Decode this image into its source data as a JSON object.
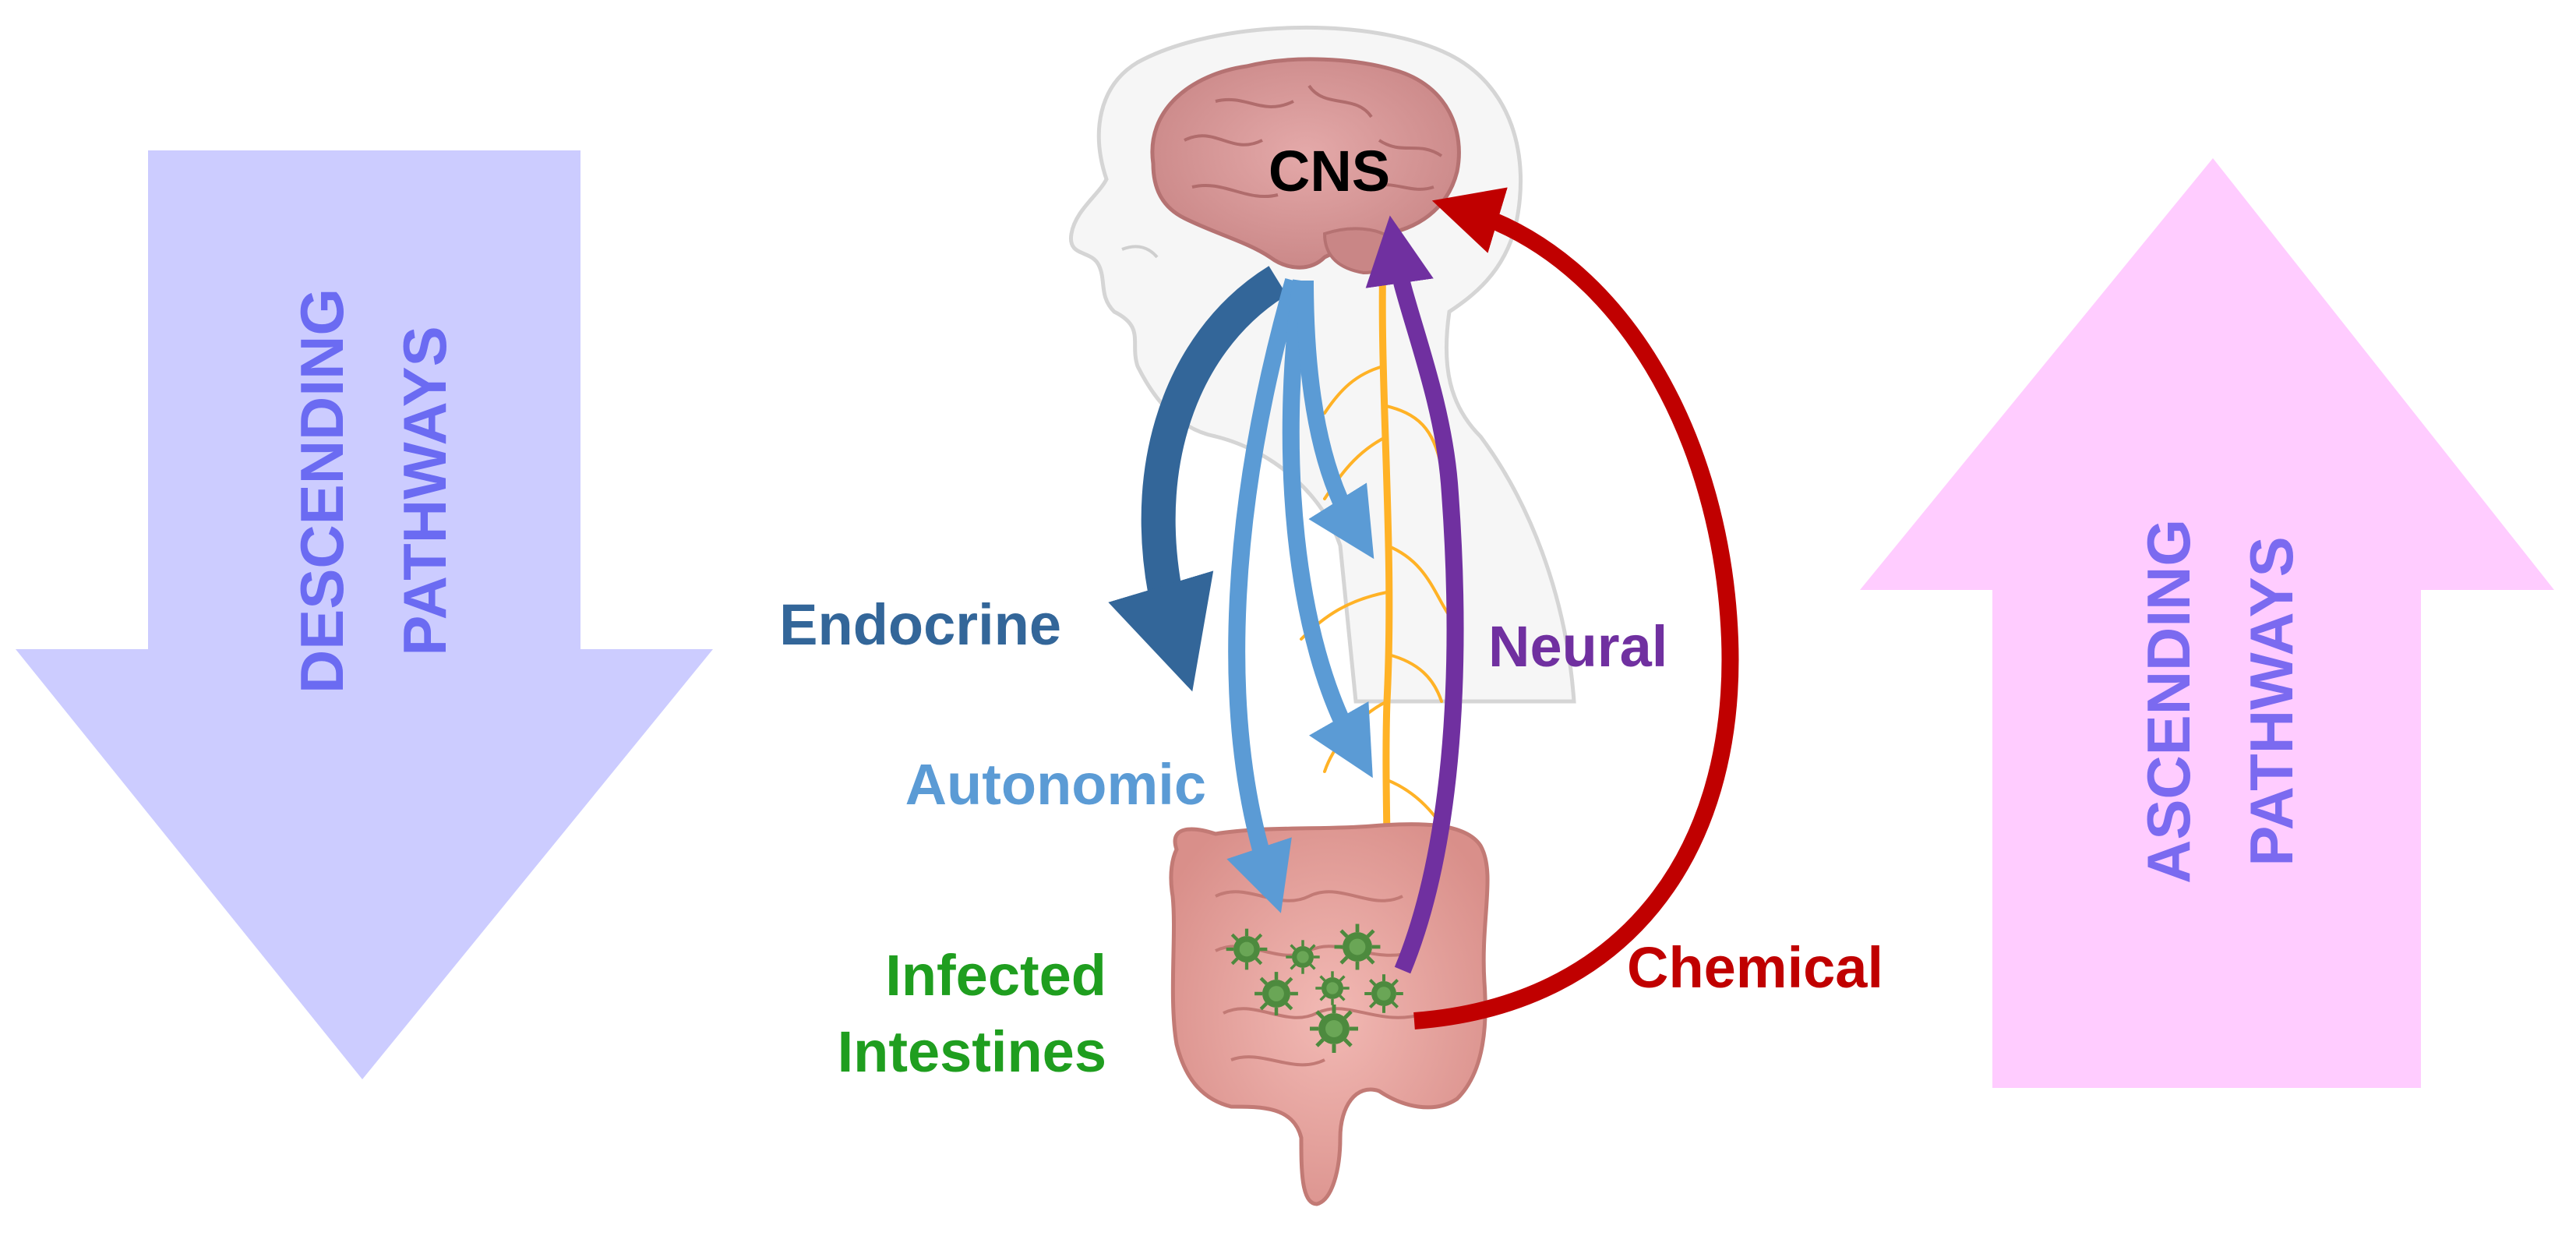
{
  "left_arrow": {
    "line1": "DESCENDING",
    "line2": "PATHWAYS"
  },
  "right_arrow": {
    "line1": "ASCENDING",
    "line2": "PATHWAYS"
  },
  "labels": {
    "cns": "CNS",
    "endocrine": "Endocrine",
    "autonomic": "Autonomic",
    "neural": "Neural",
    "chemical": "Chemical",
    "infected_line1": "Infected",
    "infected_line2": "Intestines"
  },
  "colors": {
    "descending_fill": "#ccccff",
    "descending_text": "#6b6bf2",
    "ascending_fill": "#ffccff",
    "ascending_text": "#7b6af0",
    "endocrine": "#336699",
    "autonomic": "#5b9bd5",
    "neural": "#7030a0",
    "chemical": "#c00000",
    "infected": "#1f9e1f",
    "nerve": "#ffb226",
    "brain": "#d99494",
    "intestine": "#e6a3a0",
    "virus": "#4d8a3e",
    "body_outline": "#d9d9d9"
  }
}
